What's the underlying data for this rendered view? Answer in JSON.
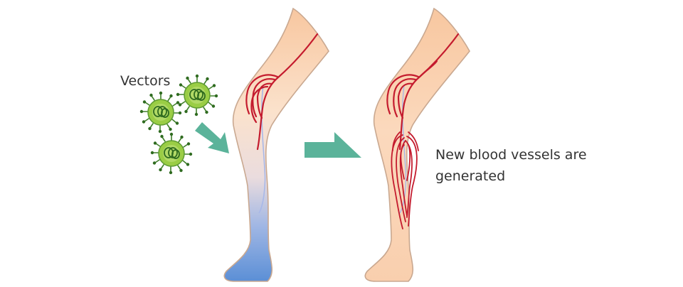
{
  "labels": {
    "vectors": "Vectors",
    "new_vessels_line1": "New blood vessels are",
    "new_vessels_line2": "generated"
  },
  "colors": {
    "skin": "#f8c7a0",
    "skin_outline": "#c9a890",
    "vessel": "#c41b2e",
    "ischemic_blue": "#5b8fd6",
    "vein": "#a8b8e8",
    "arrow": "#5bb39a",
    "virus_green": "#8cc63e",
    "virus_dark": "#4d8a2a",
    "text": "#333333"
  }
}
